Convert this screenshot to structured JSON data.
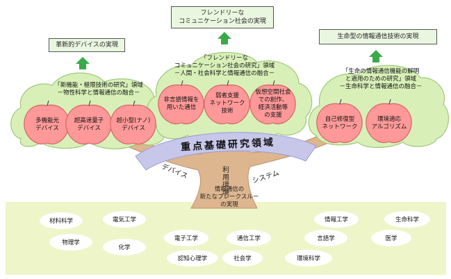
{
  "goals": {
    "left": "革新的デバイスの実現",
    "center_line1": "フレンドリーな",
    "center_line2": "コミュニケーション社会の実現",
    "right": "生命型の情報通信技術の実現"
  },
  "domains": {
    "left_line1": "「新機能・極限技術の研究」領域",
    "left_line2": "－物性科学と情報通信の融合－",
    "center_line1": "「フレンドリーな",
    "center_line2": "コミュニケーション社会の研究」領域",
    "center_line3": "－人間・社会科学と情報通信の融合－",
    "right_line1": "「生命の情報通信機能の解明",
    "right_line2": "と適用のための研究」領域",
    "right_line3": "－生命科学と情報通信の融合－"
  },
  "apples": {
    "a1_line1": "多機能光",
    "a1_line2": "デバイス",
    "a2_line1": "超高速量子",
    "a2_line2": "デバイス",
    "a3_line1": "超小型(ナノ)",
    "a3_line2": "デバイス",
    "a4_line1": "非言語情報を",
    "a4_line2": "用いた通信",
    "a5_line1": "弱者支援",
    "a5_line2": "ネットワーク",
    "a5_line3": "技術",
    "a6_line1": "仮想空間社会",
    "a6_line2": "での創作、",
    "a6_line3": "経済活動等",
    "a6_line4": "の支援",
    "a7_line1": "自己修復型",
    "a7_line2": "ネットワーク",
    "a8_line1": "環境適応",
    "a8_line2": "アルゴリズム"
  },
  "banner": "重点基礎研究領域",
  "trunk": {
    "env_chars": [
      "利",
      "用",
      "環",
      "境"
    ],
    "device": "デバイス",
    "system": "システム",
    "breakthrough_line1": "情報通信の",
    "breakthrough_line2": "新たなブレークスルー",
    "breakthrough_line3": "の実現"
  },
  "fields": {
    "f1": "材料科学",
    "f2": "電気工学",
    "f3": "物理学",
    "f4": "化学",
    "f5": "電子工学",
    "f6": "通信工学",
    "f7": "認知心理学",
    "f8": "社会学",
    "f9": "情報工学",
    "f10": "言語学",
    "f11": "環境科学",
    "f12": "生命科学",
    "f13": "医学"
  },
  "colors": {
    "canopy": "#d8f0b8",
    "apple": "#ff9999",
    "trunk": "#ddb68f",
    "ground": "#eef5c9",
    "banner": "#c7c7ea",
    "arrow": "#3aa94a"
  }
}
